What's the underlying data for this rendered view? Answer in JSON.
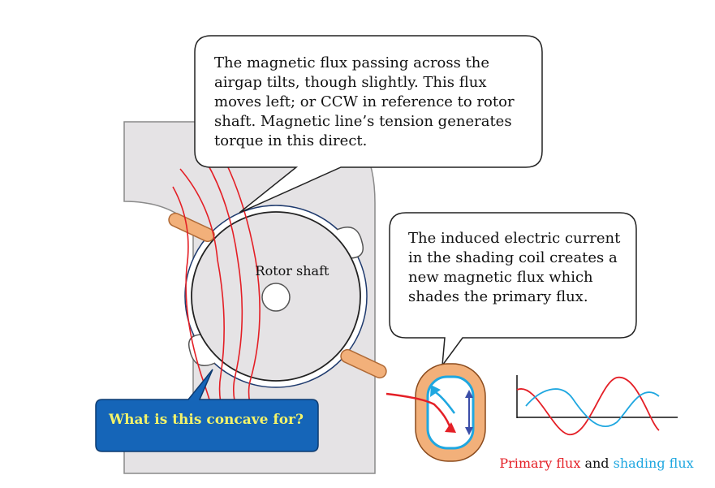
{
  "callouts": {
    "top": "The magnetic flux passing across the airgap tilts, though slightly. This flux moves left; or CCW in reference to rotor shaft. Magnetic line’s tension generates torque in this direct.",
    "right": "The induced electric current in the shading coil creates a new magnetic flux which shades the primary flux.",
    "question": "What is this concave for?"
  },
  "rotor": {
    "label": "Rotor shaft"
  },
  "legend": {
    "primary": "Primary flux",
    "conjunction": "and",
    "shading": "shading flux"
  },
  "colors": {
    "stator_fill": "#e5e3e5",
    "primary_flux": "#e41f26",
    "shading_flux": "#1fa7e0",
    "coil_copper": "#f2b07a",
    "coil_outline": "#8a4a1c",
    "question_box": "#1565b8",
    "question_text": "#f3f36a",
    "stator_outline": "#1e3a6e"
  }
}
